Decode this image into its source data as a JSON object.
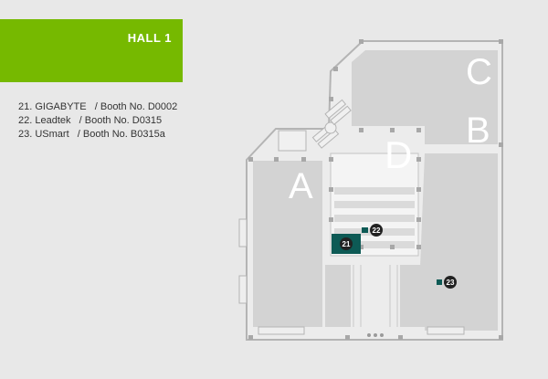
{
  "hall": {
    "title": "HALL  1"
  },
  "booths": [
    {
      "text": "21. GIGABYTE   / Booth No. D0002",
      "number": "21"
    },
    {
      "text": "22. Leadtek   / Booth No. D0315",
      "number": "22"
    },
    {
      "text": "23. USmart   / Booth No. B0315a",
      "number": "23"
    }
  ],
  "zones": {
    "a": "A",
    "b": "B",
    "c": "C",
    "d": "D"
  },
  "colors": {
    "accent": "#76b900",
    "booth_fill": "#0d5a55",
    "marker_fill": "#222222",
    "hall_fill": "#d3d3d3",
    "floor_fill": "#ececec"
  }
}
